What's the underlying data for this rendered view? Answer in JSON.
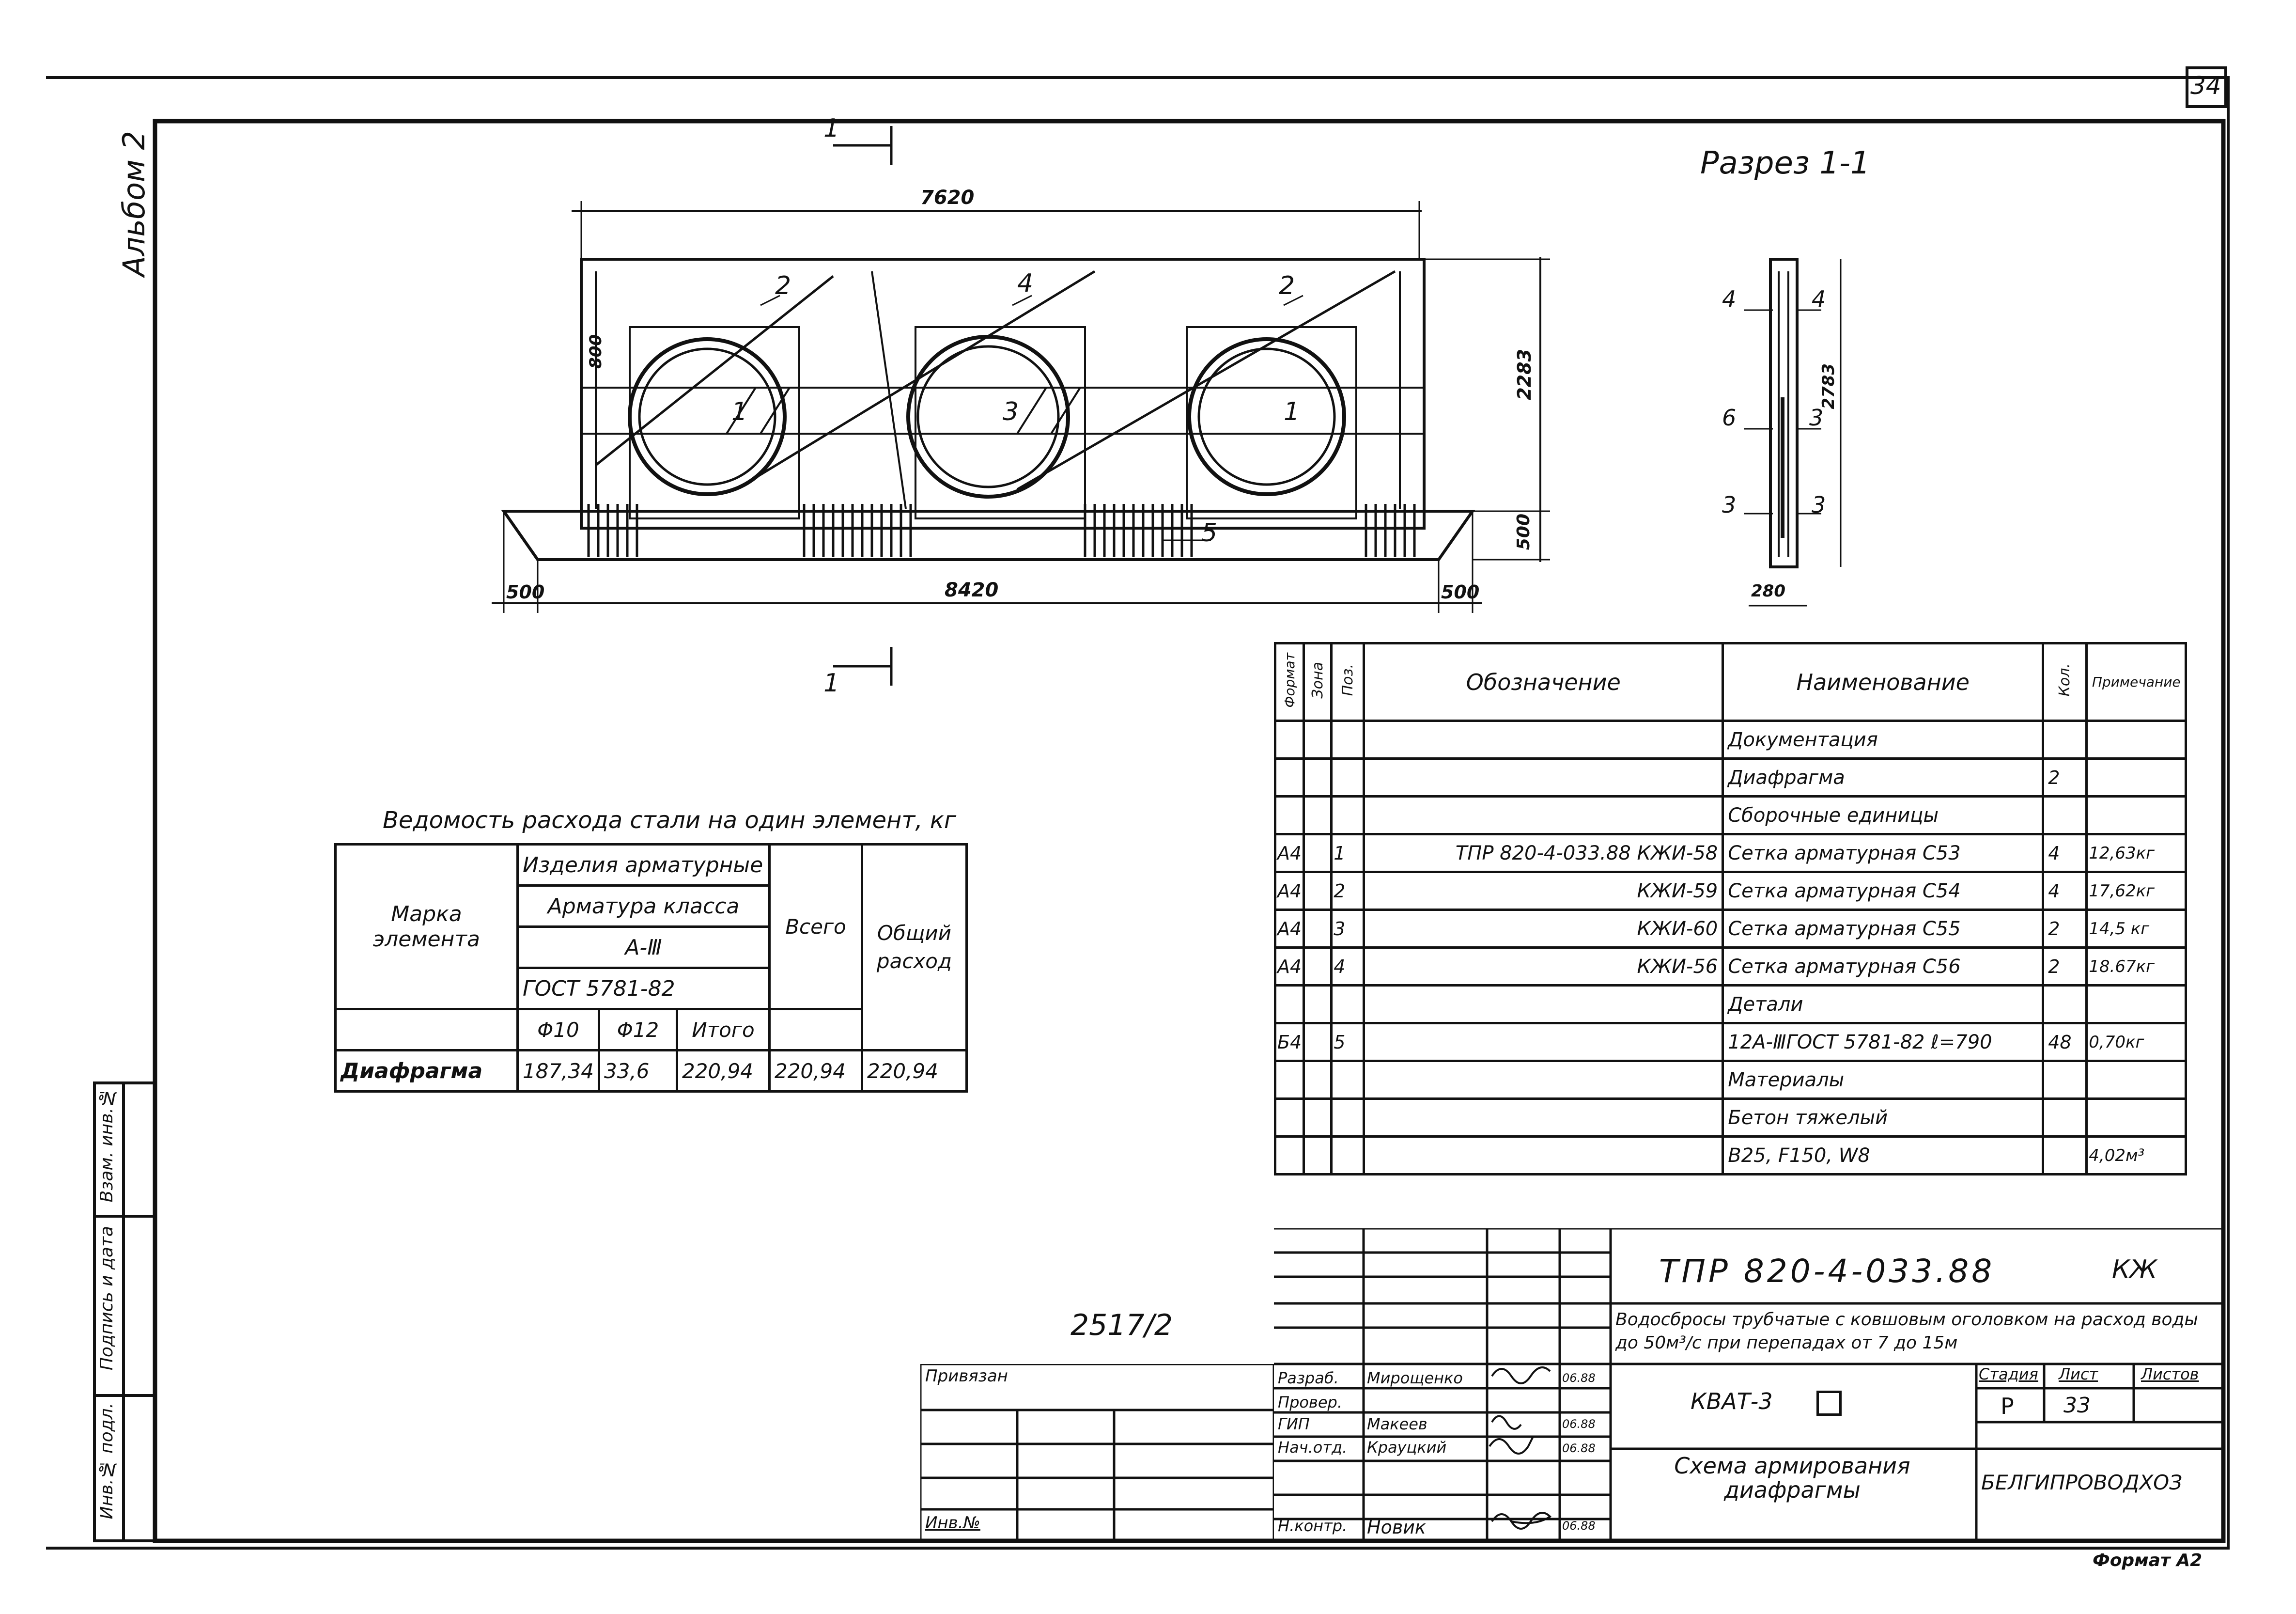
{
  "sheet": {
    "page_number": "34",
    "album": "Альбом 2",
    "section_title": "Разрез 1-1",
    "section_marker": "1",
    "format": "Формат А2",
    "handwritten_code": "2517/2"
  },
  "elevation": {
    "top_dim": "7620",
    "bottom_dim": "8420",
    "left_end_dim": "500",
    "right_end_dim": "500",
    "height_dim": "2283",
    "base_dim": "500",
    "small_dim": "800",
    "pos_labels": [
      "2",
      "4",
      "2",
      "1",
      "3",
      "1",
      "5"
    ]
  },
  "section": {
    "labels": [
      "4",
      "4",
      "6",
      "3",
      "3",
      "3"
    ],
    "height_dim": "2783",
    "width_dim": "280"
  },
  "steel_table": {
    "title": "Ведомость расхода стали на один элемент, кг",
    "mark_header": "Марка элемента",
    "products_header": "Изделия арматурные",
    "rebar_class_header": "Арматура класса",
    "class": "А-Ⅲ",
    "gost": "ГОСТ 5781-82",
    "col_d10": "Φ10",
    "col_d12": "Φ12",
    "col_sum": "Итого",
    "col_total": "Всего",
    "col_overall": "Общий расход",
    "row": [
      "Диафрагма",
      "187,34",
      "33,6",
      "220,94",
      "220,94",
      "220,94"
    ]
  },
  "spec": {
    "headers": [
      "Формат",
      "Зона",
      "Поз.",
      "Обозначение",
      "Наименование",
      "Кол.",
      "Примечание"
    ],
    "rows": [
      [
        "",
        "",
        "",
        "",
        "Документация",
        "",
        ""
      ],
      [
        "",
        "",
        "",
        "",
        "Диафрагма",
        "2",
        ""
      ],
      [
        "",
        "",
        "",
        "",
        "Сборочные единицы",
        "",
        ""
      ],
      [
        "А4",
        "",
        "1",
        "ТПР 820-4-033.88 КЖИ-58",
        "Сетка арматурная С53",
        "4",
        "12,63кг"
      ],
      [
        "А4",
        "",
        "2",
        "КЖИ-59",
        "Сетка арматурная С54",
        "4",
        "17,62кг"
      ],
      [
        "А4",
        "",
        "3",
        "КЖИ-60",
        "Сетка арматурная С55",
        "2",
        "14,5 кг"
      ],
      [
        "А4",
        "",
        "4",
        "КЖИ-56",
        "Сетка арматурная С56",
        "2",
        "18.67кг"
      ],
      [
        "",
        "",
        "",
        "",
        "Детали",
        "",
        ""
      ],
      [
        "Б4",
        "",
        "5",
        "",
        "12А-ⅢГОСТ 5781-82 ℓ=790",
        "48",
        "0,70кг"
      ],
      [
        "",
        "",
        "",
        "",
        "Материалы",
        "",
        ""
      ],
      [
        "",
        "",
        "",
        "",
        "Бетон тяжелый",
        "",
        ""
      ],
      [
        "",
        "",
        "",
        "",
        "В25, F150, W8",
        "",
        "4,02м³"
      ]
    ]
  },
  "title_block": {
    "doc_code": "ТПР 820-4-033.88",
    "doc_type": "КЖ",
    "project_name": "Водосбросы трубчатые с ковшовым оголовком на расход воды до 50м³/с при перепадах от 7 до 15м",
    "stage_label": "Стадия",
    "sheet_label": "Лист",
    "sheets_label": "Листов",
    "stage": "Р",
    "sheet": "33",
    "sheets": "",
    "mark": "КВАТ-3",
    "drawing_name": "Схема армирования диафрагмы",
    "org": "БЕЛГИПРОВОДХОЗ",
    "privyazan": "Привязан",
    "inv_no": "Инв.№",
    "roles": [
      "Разраб.",
      "Провер.",
      "ГИП",
      "Нач.отд.",
      "Н.контр."
    ],
    "names": [
      "Мирощенко",
      "",
      "Макеев",
      "Крауцкий",
      "Новик"
    ],
    "dates": [
      "06.88",
      "",
      "06.88",
      "06.88",
      "06.88"
    ]
  },
  "side_stamp": [
    "Инв.№ подл.",
    "Подпись и дата",
    "Взам. инв.№"
  ]
}
